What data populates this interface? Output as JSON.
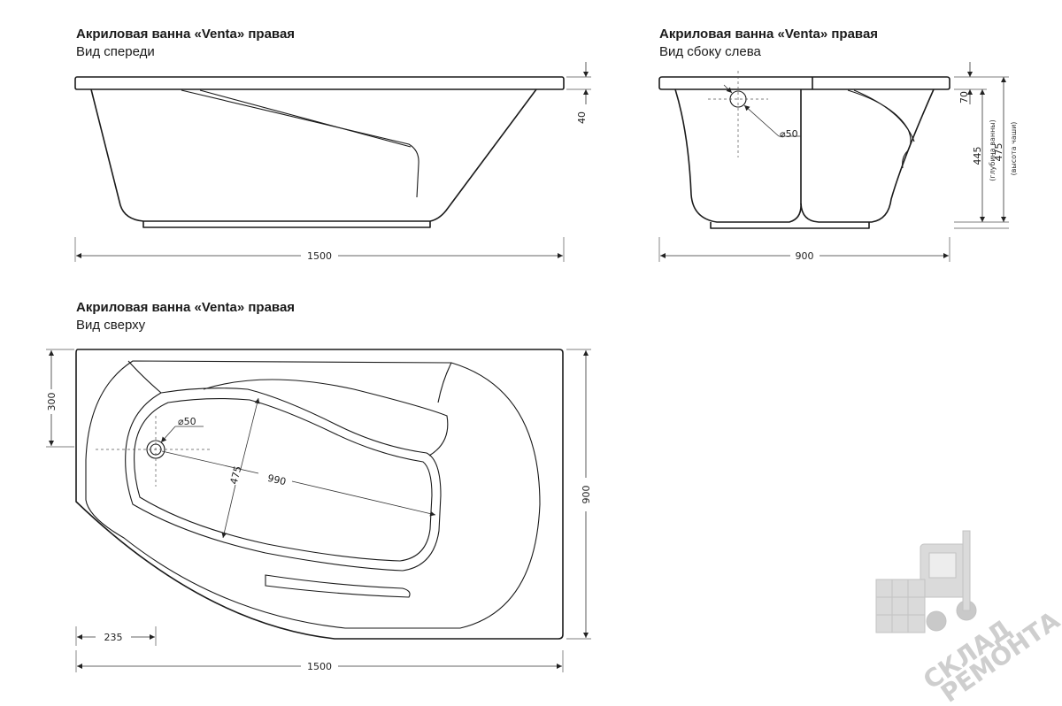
{
  "views": {
    "front": {
      "title": "Акриловая ванна «Venta» правая",
      "subtitle": "Вид спереди"
    },
    "side": {
      "title": "Акриловая ванна «Venta» правая",
      "subtitle": "Вид сбоку слева"
    },
    "top": {
      "title": "Акриловая ванна «Venta» правая",
      "subtitle": "Вид сверху"
    }
  },
  "dimensions": {
    "front_width": "1500",
    "front_rim": "40",
    "side_width": "900",
    "side_rim": "70",
    "side_depth": "445",
    "side_depth_note": "(глубина ванны)",
    "side_height": "475",
    "side_height_note": "(высота чаши)",
    "side_drain": "⌀50",
    "top_width": "1500",
    "top_depth": "900",
    "top_left_edge": "300",
    "top_offset": "235",
    "top_drain": "⌀50",
    "top_inner_length": "990",
    "top_inner_width": "475"
  },
  "watermark": {
    "line1": "СКЛАД",
    "line2": "РЕМОНТА"
  },
  "colors": {
    "line": "#1a1a1a",
    "watermark": "#c9c9c9"
  }
}
